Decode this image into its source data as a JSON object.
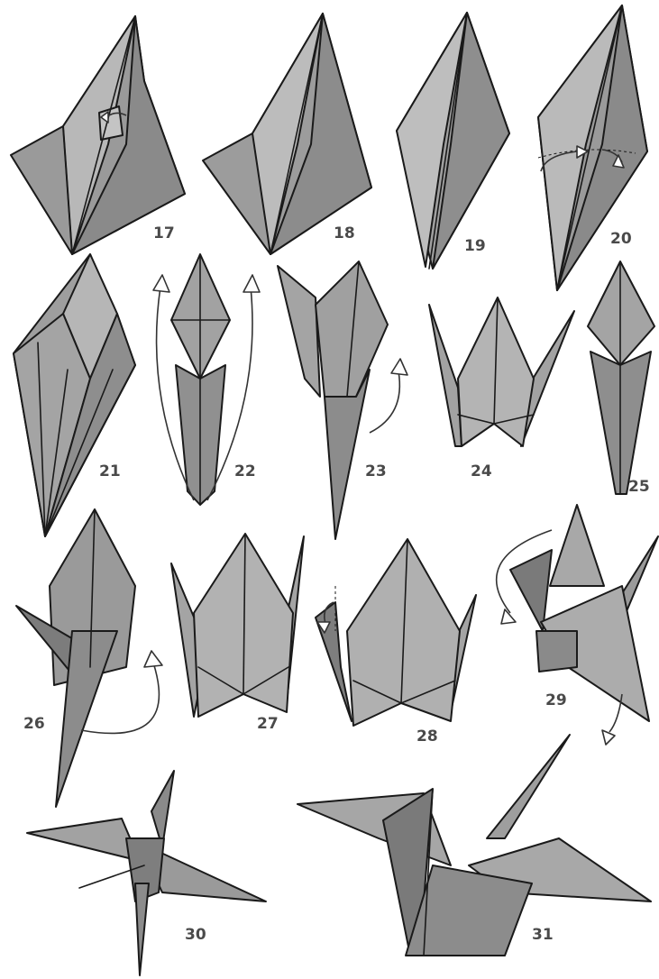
{
  "steps": [
    {
      "label": "17"
    },
    {
      "label": "18"
    },
    {
      "label": "19"
    },
    {
      "label": "20"
    },
    {
      "label": "21"
    },
    {
      "label": "22"
    },
    {
      "label": "23"
    },
    {
      "label": "24"
    },
    {
      "label": "25"
    },
    {
      "label": "26"
    },
    {
      "label": "27"
    },
    {
      "label": "28"
    },
    {
      "label": "29"
    },
    {
      "label": "30"
    },
    {
      "label": "31"
    }
  ],
  "colors": {
    "paper_dark": "#8a8a8a",
    "paper_mid": "#a6a6a6",
    "paper_light": "#c4c4c4",
    "outline": "#1a1a1a",
    "label": "#4a4a4a",
    "arrow_fill": "#ffffff"
  }
}
